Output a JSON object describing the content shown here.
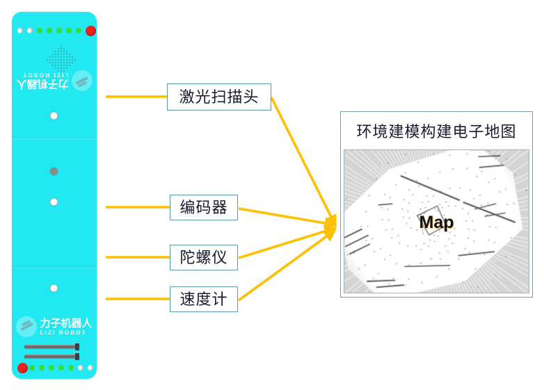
{
  "theme": {
    "robot_body_color": "#22E8F2",
    "connector_color": "#FFC000",
    "label_border_color": "#5B9AAD",
    "label_text_color": "#1A1A2E",
    "panel_border_color": "#7A9BB5",
    "led_green": "#33E033",
    "led_red": "#F32020",
    "led_white": "#F4F4F4",
    "map_background": "#D3D3D3"
  },
  "robot": {
    "name": "robot-device",
    "brand_cn": "力子机器人",
    "brand_en": "LIZI ROBOT",
    "top_led_row": [
      "white",
      "white",
      "green",
      "green",
      "green",
      "green",
      "green",
      "red"
    ],
    "bottom_led_row": [
      "red",
      "green",
      "green",
      "green",
      "green",
      "green",
      "white",
      "white"
    ]
  },
  "callouts": [
    {
      "id": "laser-scanner",
      "label": "激光扫描头"
    },
    {
      "id": "encoder",
      "label": "编码器"
    },
    {
      "id": "gyroscope",
      "label": "陀螺仪"
    },
    {
      "id": "speedometer",
      "label": "速度计"
    }
  ],
  "map_panel": {
    "title": "环境建模构建电子地图",
    "image_label": "Map"
  }
}
